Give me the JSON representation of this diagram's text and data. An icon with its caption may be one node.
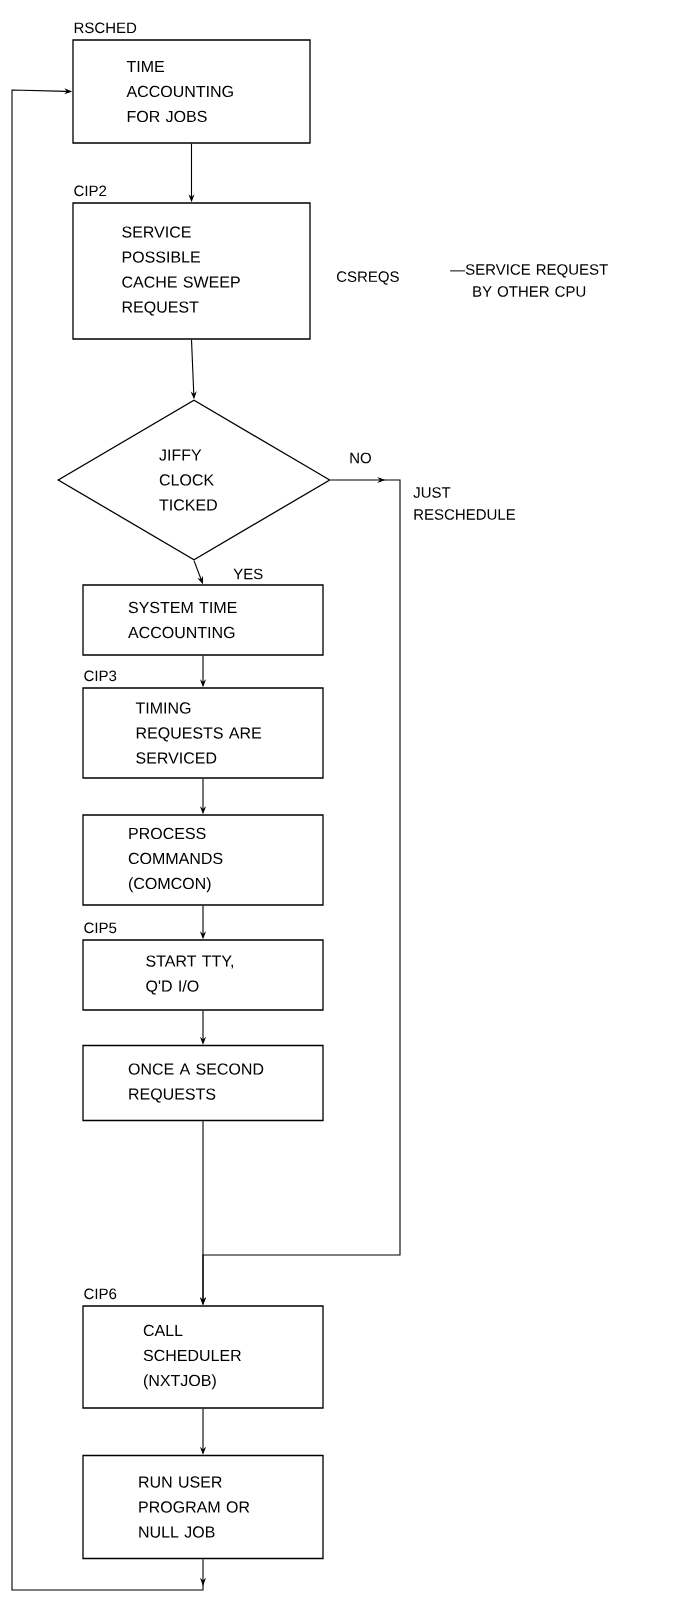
{
  "diagram": {
    "nodes": [
      {
        "text": [
          "TIME ACCOUNTING FOR JOBS"
        ],
        "beside": [
          "RSCHED"
        ]
      },
      {
        "text": [
          "SERVICE POSSIBLE CACHE SWEEP REQUEST"
        ],
        "beside": [
          "CIP2"
        ]
      },
      {
        "text": [
          "JIFFY CLOCK TICKED"
        ]
      },
      {
        "text": [
          "SYSTEM TIME ACCOUNTING"
        ]
      },
      {
        "text": [
          "TIMING REQUESTS ARE SERVICED"
        ],
        "beside": [
          "CIP3"
        ]
      },
      {
        "text": [
          "PROCESS COMMANDS (COMCON)"
        ]
      },
      {
        "text": [
          "START TTY, Q'D I/O"
        ],
        "beside": [
          "CIP5"
        ]
      },
      {
        "text": [
          "ONCE A SECOND REQUESTS"
        ]
      },
      {
        "text": [
          "CALL SCHEDULER (NXTJOB)"
        ],
        "beside": [
          "CIP6"
        ]
      },
      {
        "text": [
          "RUN USER PROGRAM OR NULL JOB"
        ]
      }
    ],
    "edges": [
      {
        "from": 0,
        "to": 1,
        "arrow": "to"
      },
      {
        "from": 1,
        "to": 2,
        "arrow": "to"
      },
      {
        "from": 2,
        "to": 3,
        "arrow": "to",
        "label": "YES"
      },
      {
        "from": 3,
        "to": 4,
        "arrow": "to"
      },
      {
        "from": 4,
        "to": 5,
        "arrow": "to"
      },
      {
        "from": 5,
        "to": 6,
        "arrow": "to"
      },
      {
        "from": 6,
        "to": 7,
        "arrow": "to"
      },
      {
        "from": 7,
        "to": 8,
        "arrow": "to"
      },
      {
        "from": 2,
        "to": 8,
        "arrow": "to",
        "label": "NO"
      },
      {
        "from": 8,
        "to": 9,
        "arrow": "to"
      },
      {
        "from": 9,
        "to": 0,
        "arrow": "to"
      }
    ],
    "labels": [
      "CSREQS",
      "—SERVICE REQUEST BY OTHER CPU",
      "JUST RESCHEDULE"
    ]
  }
}
